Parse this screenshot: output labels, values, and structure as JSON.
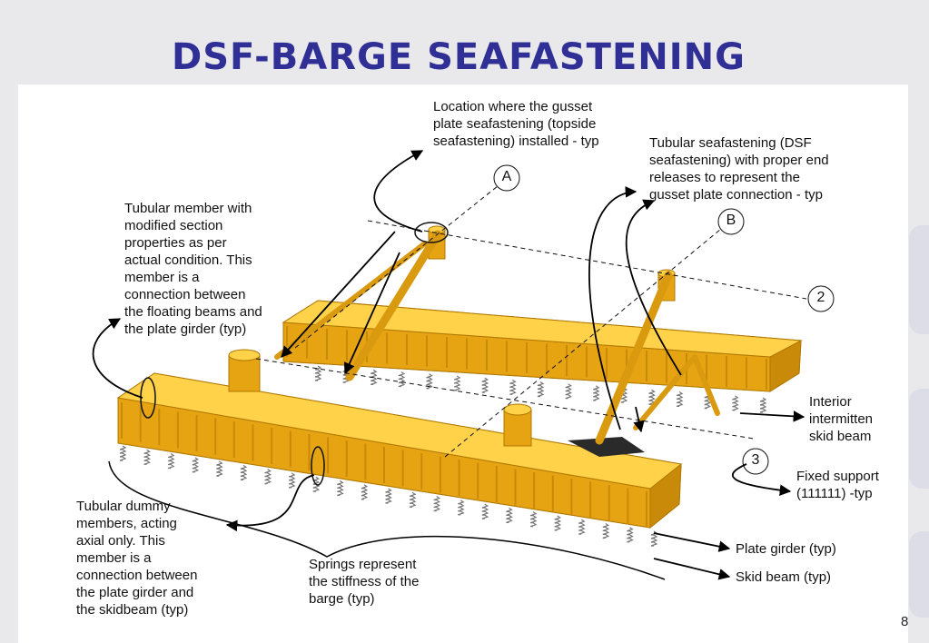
{
  "title": "DSF-BARGE SEAFASTENING",
  "labels": {
    "gusset_location": "Location where the gusset\nplate seafastening (topside\nseafastening) installed - typ",
    "tubular_seafastening": "Tubular seafastening (DSF\nseafastening) with proper end\nreleases to represent the\ngusset plate connection - typ",
    "tubular_member": "Tubular member with\nmodified section\nproperties as per\nactual condition. This\nmember is a\nconnection between\nthe floating beams and\nthe plate girder (typ)",
    "interior_skid": "Interior\nintermitten\nskid beam",
    "fixed_support": "Fixed support\n(111111) -typ",
    "plate_girder": "Plate girder (typ)",
    "skid_beam": "Skid beam (typ)",
    "tubular_dummy": "Tubular dummy\nmembers, acting\naxial only. This\nmember is a\nconnection between\nthe plate girder and\nthe skidbeam (typ)",
    "springs": "Springs represent\nthe stiffness of the\nbarge (typ)"
  },
  "markers": {
    "a": "A",
    "b": "B",
    "two": "2",
    "three": "3"
  },
  "page_number": "8",
  "colors": {
    "title": "#2f2f96",
    "steel": "#f3b21a",
    "steel_dark": "#c98a0a",
    "steel_light": "#ffd24a"
  }
}
